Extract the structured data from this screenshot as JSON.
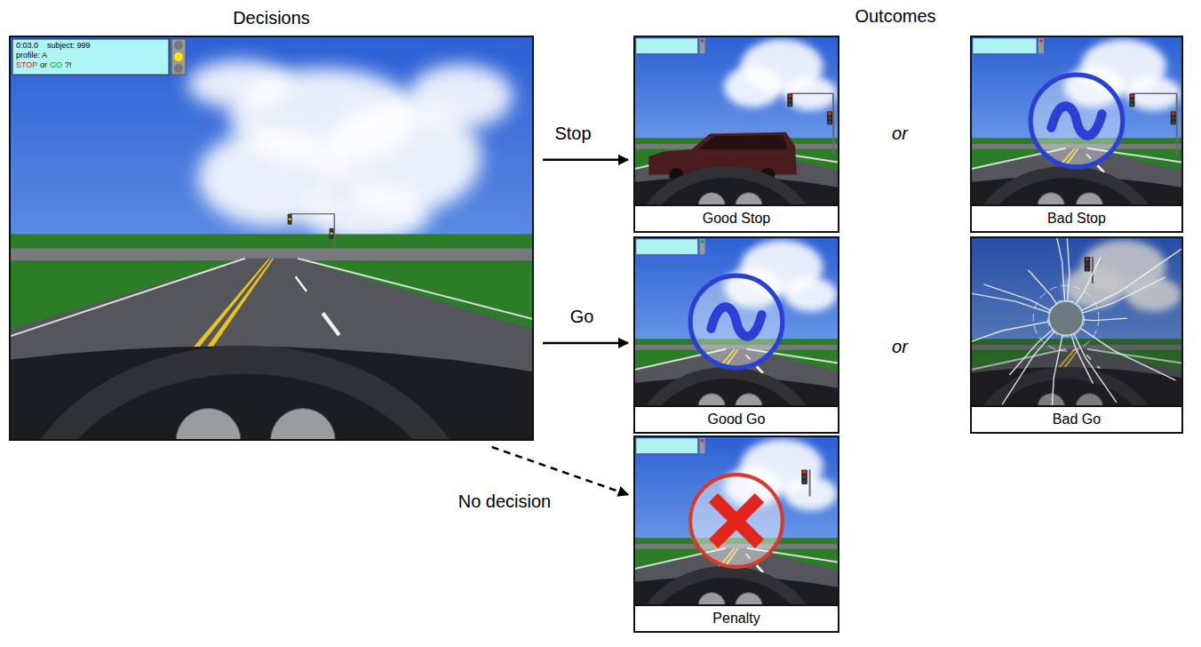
{
  "diagram": {
    "nodes": [
      {
        "text": [
          "Decisions"
        ]
      },
      {
        "text": [
          "Good Stop"
        ]
      },
      {
        "text": [
          "Bad Stop"
        ]
      },
      {
        "text": [
          "Good Go"
        ]
      },
      {
        "text": [
          "Bad Go"
        ]
      },
      {
        "text": [
          "Penalty"
        ]
      }
    ],
    "edges": [
      {
        "from": 0,
        "to": 1,
        "arrow": "to",
        "label": "Stop"
      },
      {
        "from": 0,
        "to": 3,
        "arrow": "to",
        "label": "Go"
      },
      {
        "from": 0,
        "to": 5,
        "arrow": "to",
        "label": "No decision"
      }
    ],
    "labels": [
      "Outcomes",
      "0:03.0",
      "subject: 999",
      "profile: A",
      "STOP",
      "or",
      "GO",
      "?!",
      "or",
      "or"
    ]
  }
}
